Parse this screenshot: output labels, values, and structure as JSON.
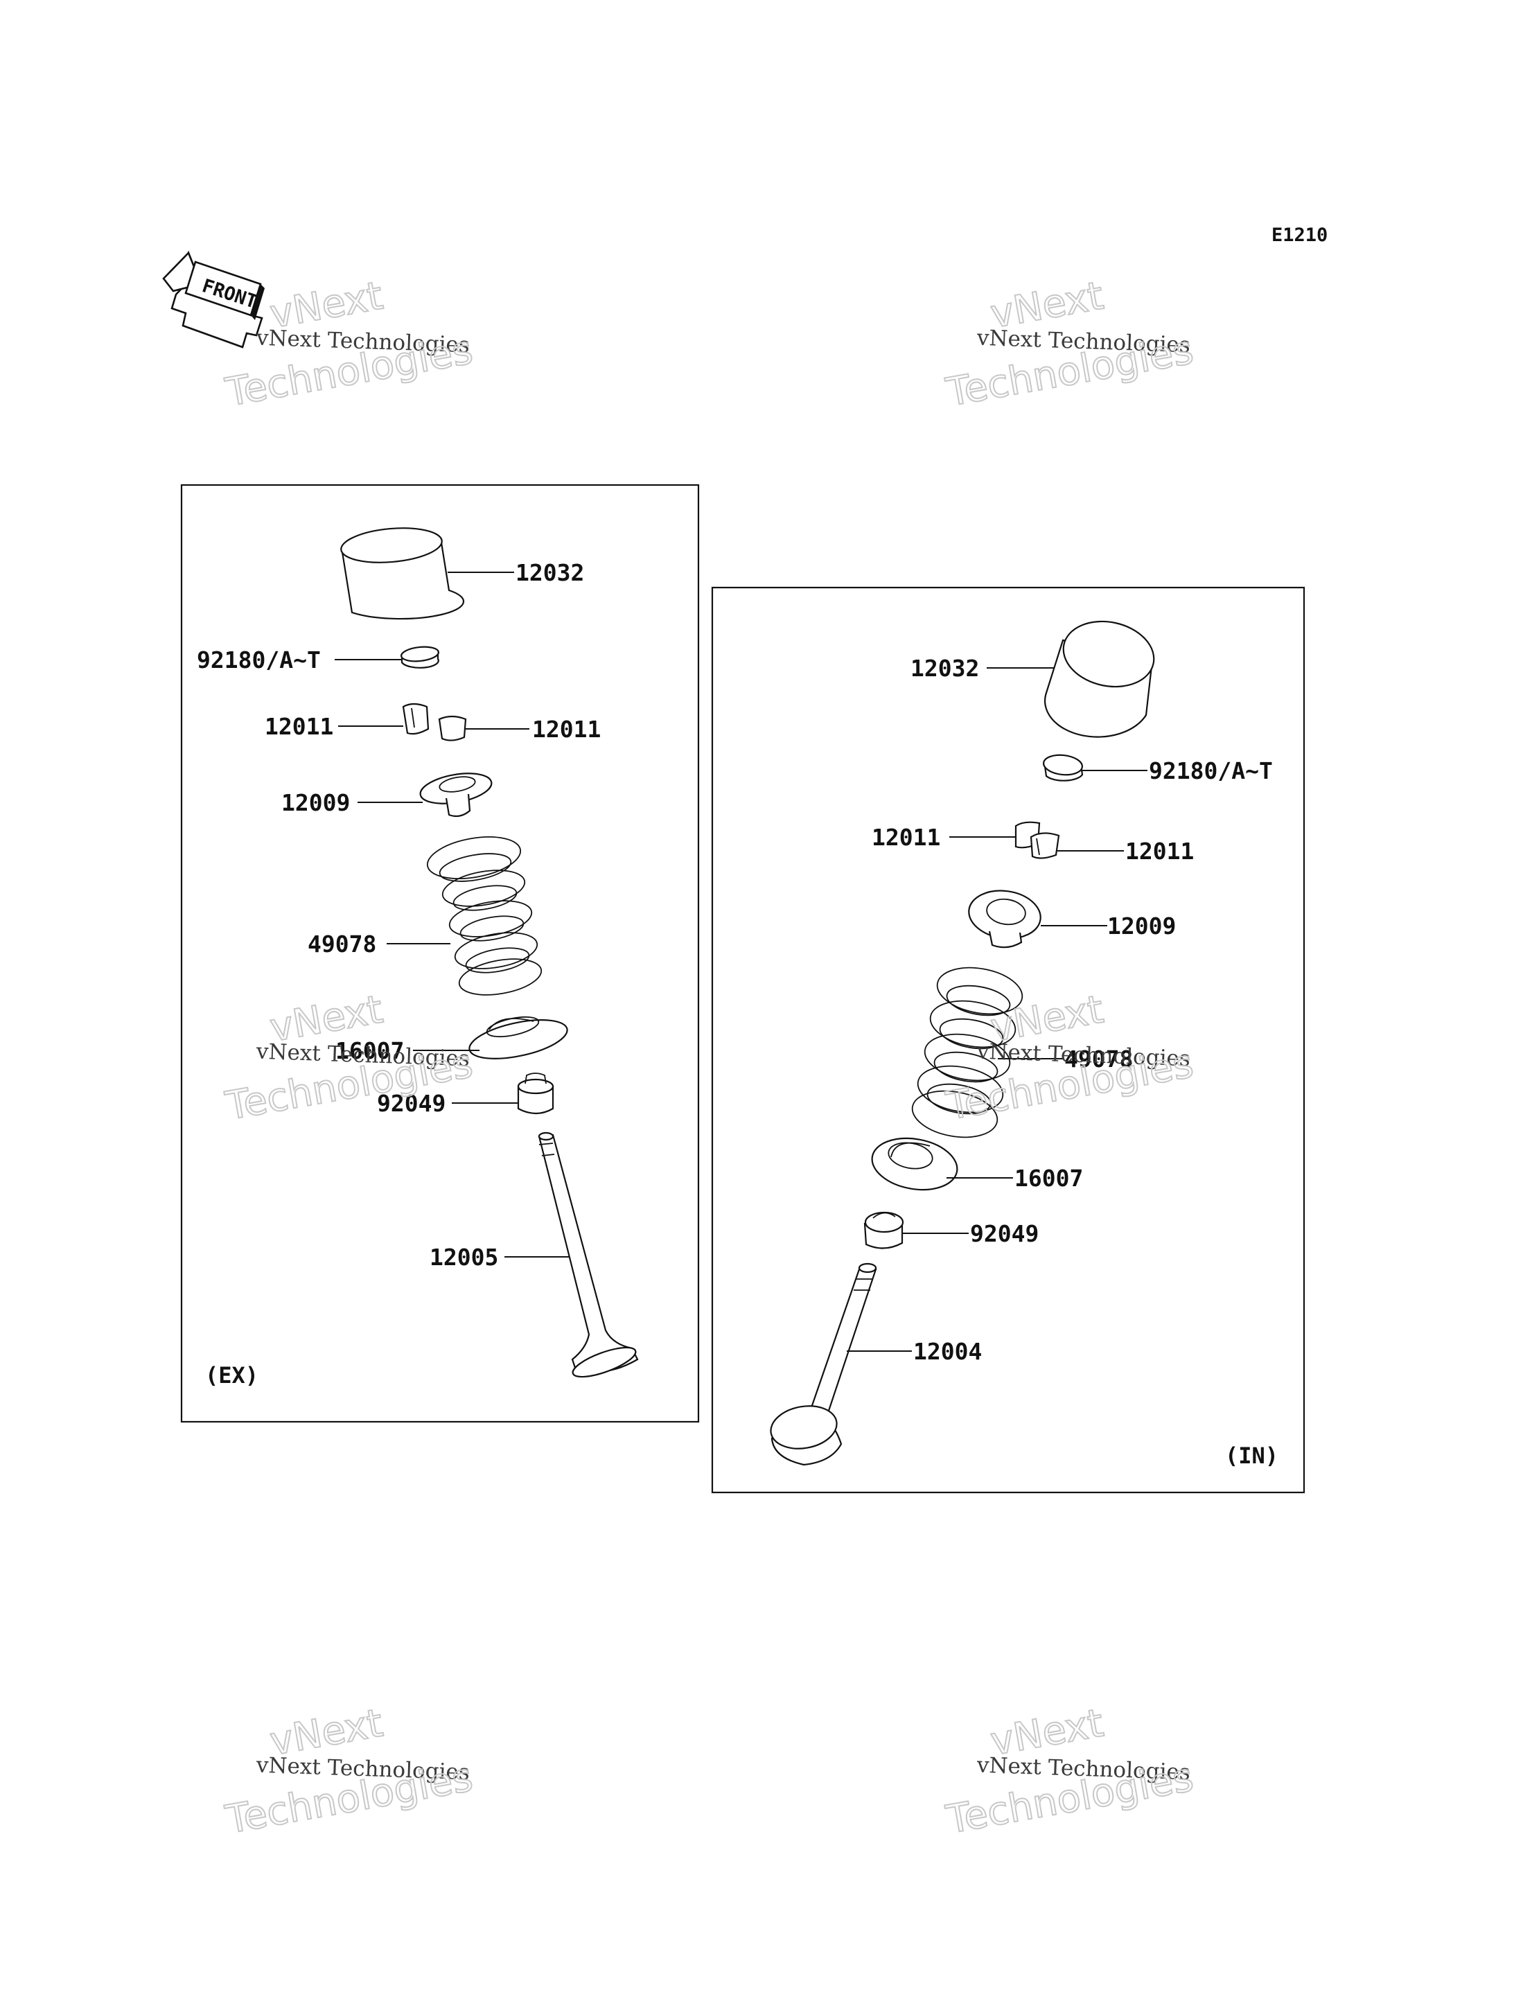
{
  "diagram_code": "E1210",
  "front_arrow": {
    "text": "FRONT",
    "icon": "front-direction-arrow-icon"
  },
  "watermark": {
    "line1": "vNext",
    "line2": "vNext Technologies",
    "line3": "Technologies"
  },
  "panels": {
    "exhaust": {
      "tag": "(EX)",
      "labels": {
        "tappet": "12032",
        "shim": "92180/A~T",
        "cotter_left": "12011",
        "cotter_right": "12011",
        "retainer": "12009",
        "spring": "49078",
        "spring_seat": "16007",
        "stem_seal": "92049",
        "valve": "12005"
      }
    },
    "intake": {
      "tag": "(IN)",
      "labels": {
        "tappet": "12032",
        "shim": "92180/A~T",
        "cotter_left": "12011",
        "cotter_right": "12011",
        "retainer": "12009",
        "spring": "49078",
        "spring_seat": "16007",
        "stem_seal": "92049",
        "valve": "12004"
      }
    }
  }
}
